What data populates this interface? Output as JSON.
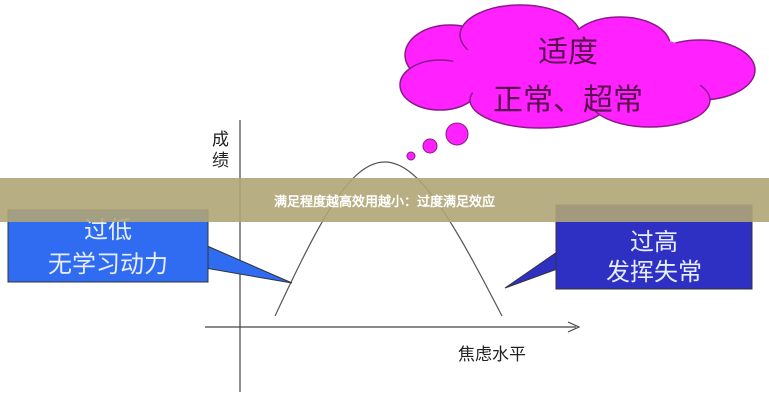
{
  "diagram": {
    "y_axis_label": "成绩",
    "x_axis_label": "焦虑水平",
    "cloud": {
      "line1": "适度",
      "line2": "正常、超常",
      "color": "#ff22ff"
    },
    "left_box": {
      "line1": "过低",
      "line2": "无学习动力",
      "color": "#2f6cf2"
    },
    "right_box": {
      "line1": "过高",
      "line2": "发挥失常",
      "color": "#2e30c4"
    }
  },
  "banner": {
    "text": "满足程度越高效用越小：过度满足效应"
  }
}
